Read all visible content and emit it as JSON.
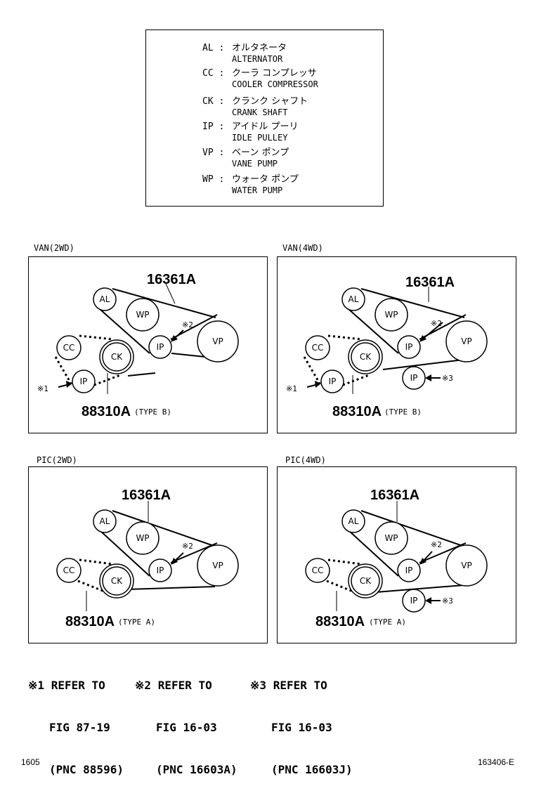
{
  "legend": {
    "items": [
      {
        "abbr": "AL :",
        "ja": "オルタネータ",
        "en": "ALTERNATOR"
      },
      {
        "abbr": "CC :",
        "ja": "クーラ コンプレッサ",
        "en": "COOLER COMPRESSOR"
      },
      {
        "abbr": "CK :",
        "ja": "クランク シャフト",
        "en": "CRANK SHAFT"
      },
      {
        "abbr": "IP :",
        "ja": "アイドル プーリ",
        "en": "IDLE PULLEY"
      },
      {
        "abbr": "VP :",
        "ja": "ベーン ポンプ",
        "en": "VANE PUMP"
      },
      {
        "abbr": "WP :",
        "ja": "ウォータ ポンプ",
        "en": "WATER PUMP"
      }
    ]
  },
  "panels": [
    {
      "label": "VAN(2WD)",
      "belt1": "16361A",
      "belt2": "88310A",
      "type": "(TYPE B)",
      "ref1": "※1",
      "ref2": "※2"
    },
    {
      "label": "VAN(4WD)",
      "belt1": "16361A",
      "belt2": "88310A",
      "type": "(TYPE B)",
      "ref1": "※1",
      "ref2": "※2",
      "ref3": "※3"
    },
    {
      "label": "PIC(2WD)",
      "belt1": "16361A",
      "belt2": "88310A",
      "type": "(TYPE A)",
      "ref2": "※2"
    },
    {
      "label": "PIC(4WD)",
      "belt1": "16361A",
      "belt2": "88310A",
      "type": "(TYPE A)",
      "ref2": "※2",
      "ref3": "※3"
    }
  ],
  "pulleys": {
    "al": "AL",
    "wp": "WP",
    "ip": "IP",
    "vp": "VP",
    "cc": "CC",
    "ck": "CK"
  },
  "notes": [
    {
      "mark": "※1",
      "line1": "REFER TO",
      "line2": "FIG 87-19",
      "line3": "(PNC 88596)"
    },
    {
      "mark": "※2",
      "line1": "REFER TO",
      "line2": "FIG 16-03",
      "line3": "(PNC 16603A)"
    },
    {
      "mark": "※3",
      "line1": "REFER TO",
      "line2": "FIG 16-03",
      "line3": "(PNC 16603J)"
    }
  ],
  "footer": {
    "left": "1605",
    "right": "163406-E"
  }
}
